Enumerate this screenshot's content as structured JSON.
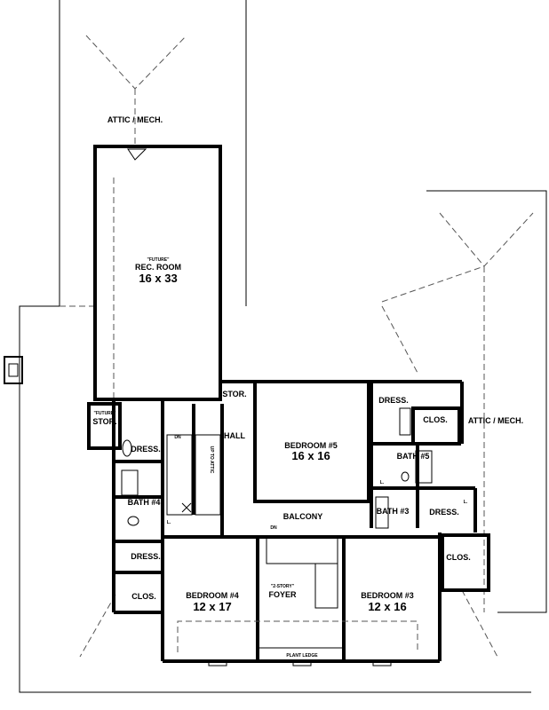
{
  "rooms": {
    "attic_top": "ATTIC / MECH.",
    "rec_note": "\"FUTURE\"",
    "rec_name": "REC. ROOM",
    "rec_size": "16 x 33",
    "future_stor_note": "\"FUTURE\"",
    "future_stor": "STOR.",
    "stor": "STOR.",
    "hall": "HALL",
    "stair_dn": "DN",
    "stair_up": "UP TO ATTIC",
    "dress_left": "DRESS.",
    "bath4": "BATH #4",
    "dress_left2": "DRESS.",
    "clos_left": "CLOS.",
    "bed5_name": "BEDROOM #5",
    "bed5_size": "16 x 16",
    "balcony": "BALCONY",
    "balcony_dn": "DN",
    "dress_right": "DRESS.",
    "clos_right": "CLOS.",
    "attic_right": "ATTIC / MECH.",
    "bath5": "BATH #5",
    "bath3": "BATH #3",
    "dress_right2": "DRESS.",
    "closet_l1": "L.",
    "closet_l2": "L.",
    "closet_l3": "L.",
    "clos_right2": "CLOS.",
    "bed4_name": "BEDROOM #4",
    "bed4_size": "12 x 17",
    "foyer_note": "\"2-STORY\"",
    "foyer": "FOYER",
    "bed3_name": "BEDROOM #3",
    "bed3_size": "12 x 16",
    "plant_ledge": "PLANT LEDGE"
  }
}
